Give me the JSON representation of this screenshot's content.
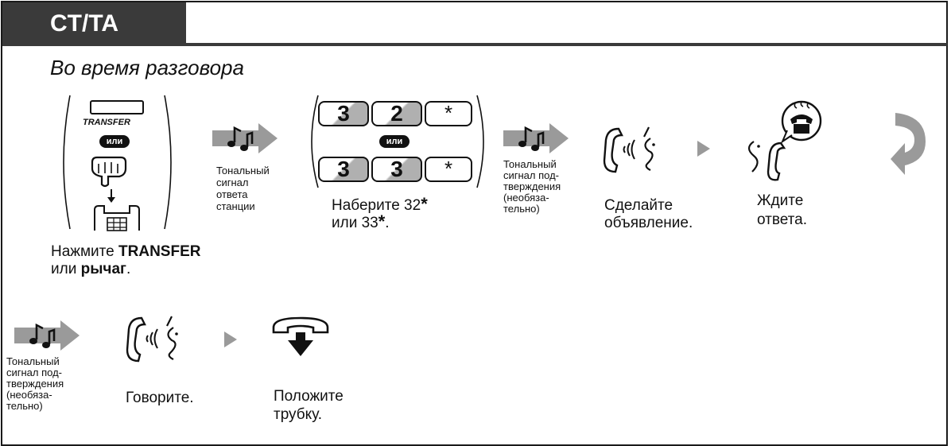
{
  "header": {
    "tab_title": "CT/TA",
    "subtitle": "Во время разговора"
  },
  "step1": {
    "transfer_button_label": "TRANSFER",
    "or_label": "или",
    "caption_prefix": "Нажмите ",
    "caption_bold1": "TRANSFER",
    "caption_mid": "или ",
    "caption_bold2": "рычаг",
    "caption_end": "."
  },
  "tone1": {
    "lines": [
      "Тональный",
      "сигнал",
      "ответа",
      "станции"
    ]
  },
  "step2": {
    "row1_keys": [
      "3",
      "2",
      "*"
    ],
    "row2_keys": [
      "3",
      "3",
      "*"
    ],
    "or_label": "или",
    "caption_line1": "Наберите 32",
    "caption_line2": "или 33",
    "star": "*",
    "period": "."
  },
  "tone2": {
    "lines": [
      "Тональный",
      "сигнал под-",
      "тверждения",
      "(необяза-",
      "тельно)"
    ]
  },
  "step3": {
    "caption_line1": "Сделайте",
    "caption_line2": "объявление."
  },
  "step4": {
    "caption_line1": "Ждите",
    "caption_line2": "ответа."
  },
  "tone3": {
    "lines": [
      "Тональный",
      "сигнал под-",
      "тверждения",
      "(необяза-",
      "тельно)"
    ]
  },
  "step5": {
    "caption": "Говорите."
  },
  "step6": {
    "caption_line1": "Положите",
    "caption_line2": "трубку."
  },
  "icons": {
    "tone": "musical-note-arrow-icon",
    "talk": "handset-speaking-icon",
    "next": "triangle-arrow-icon",
    "wait": "listening-ringing-phone-icon",
    "hangup": "on-hook-handset-icon",
    "continue": "curved-return-arrow-icon"
  }
}
